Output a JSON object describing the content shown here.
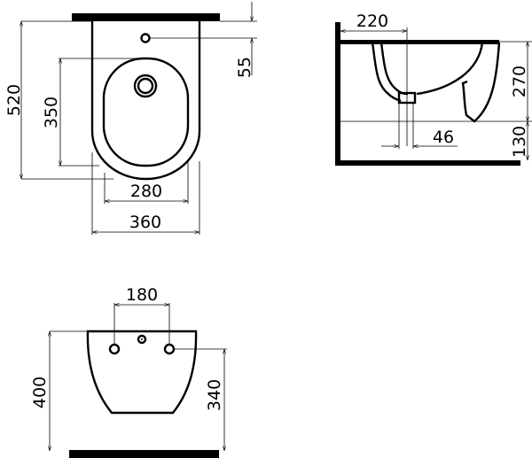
{
  "top_view": {
    "overall_depth": "520",
    "bowl_depth": "350",
    "tap_hole_offset": "55",
    "bowl_width": "280",
    "overall_width": "360"
  },
  "side_view": {
    "drain_offset": "220",
    "drain_width": "46",
    "height": "270",
    "floor_clearance": "130"
  },
  "front_view": {
    "hole_spacing": "180",
    "overall_height": "400",
    "hole_height": "340"
  },
  "colors": {
    "line": "#000000",
    "background": "#ffffff"
  }
}
